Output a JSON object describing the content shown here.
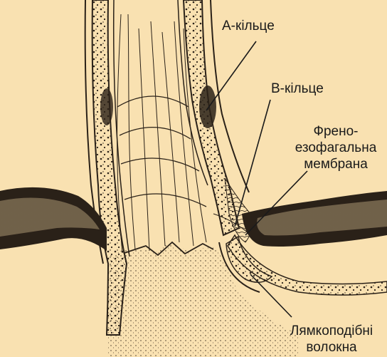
{
  "colors": {
    "background": "#f9e1b1",
    "ink": "#1a1a1a",
    "wall_dark": "#2a2118",
    "tissue": "#efd4a0"
  },
  "labels": {
    "a_ring": "А-кільце",
    "b_ring": "В-кільце",
    "membrane_line1": "Френо-",
    "membrane_line2": "езофагальна",
    "membrane_line3": "мембрана",
    "fibers_line1": "Лямкоподібні",
    "fibers_line2": "волокна"
  }
}
